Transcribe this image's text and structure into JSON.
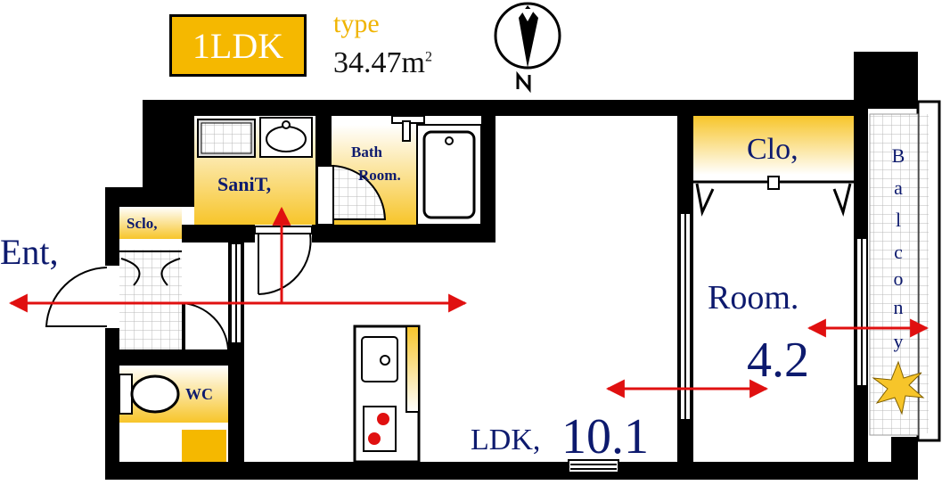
{
  "header": {
    "layout_type": "1LDK",
    "type_label": "type",
    "area_value": "34.47m",
    "area_unit_sup": "2"
  },
  "rooms": {
    "sanit": "SaniT,",
    "bath_line1": "Bath",
    "bath_line2": "Room.",
    "sclo": "Sclo,",
    "ent": "Ent,",
    "wc": "WC",
    "clo": "Clo,",
    "room": "Room.",
    "room_size": "4.2",
    "ldk": "LDK,",
    "ldk_size": "10.1",
    "balcony_letters": [
      "B",
      "a",
      "l",
      "c",
      "o",
      "n",
      "y"
    ]
  },
  "compass": {
    "north_letter": "N"
  },
  "colors": {
    "wall": "#000000",
    "badge": "#f5b800",
    "type_text": "#f0b400",
    "label_text": "#0d1a6e",
    "arrow": "#e01010",
    "tile_grid": "#b8b8b8",
    "yellow_gradient_top": "#ffffff",
    "yellow_gradient_bottom": "#f7c52a"
  }
}
